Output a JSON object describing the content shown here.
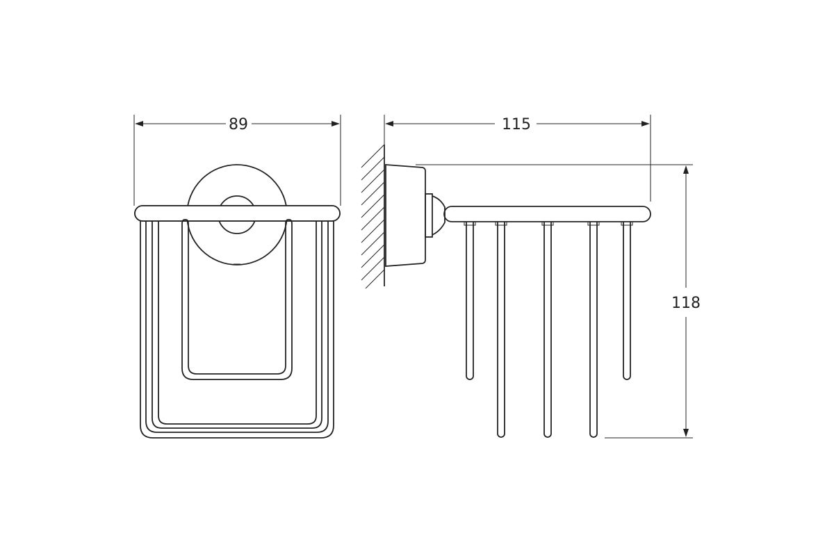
{
  "dimensions": {
    "front_width": "89",
    "side_depth": "115",
    "side_height": "118"
  },
  "colors": {
    "line": "#222222",
    "background": "#ffffff"
  }
}
